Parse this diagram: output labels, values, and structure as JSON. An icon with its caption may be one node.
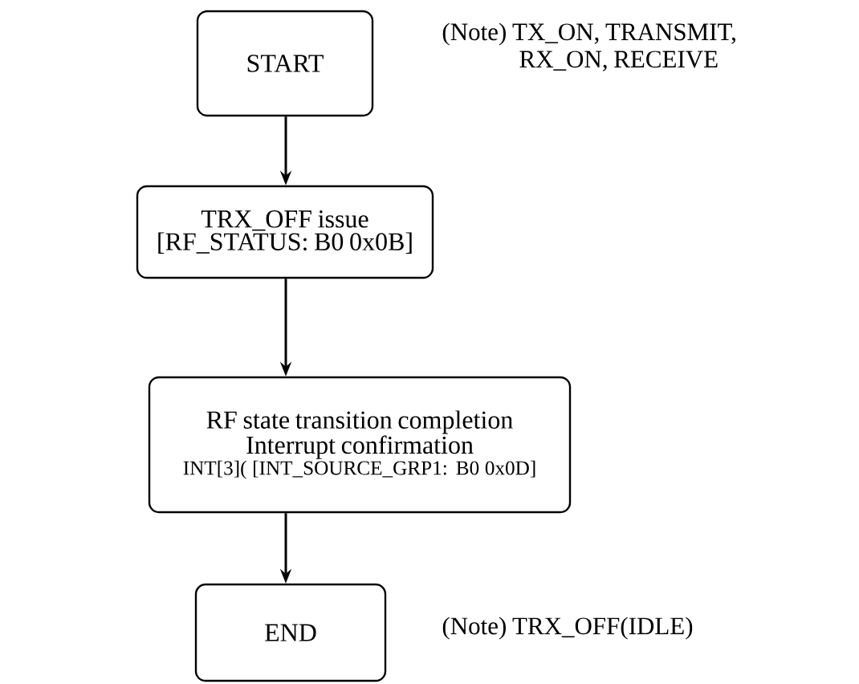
{
  "diagram": {
    "nodes": [
      {
        "text": [
          "START"
        ],
        "beside": [
          "(Note) TX_ON, TRANSMIT, RX_ON, RECEIVE"
        ]
      },
      {
        "text": [
          "TRX_OFF issue",
          "[RF_STATUS: B0 0x0B]"
        ]
      },
      {
        "text": [
          "RF state transition completion Interrupt confirmation",
          "INT[3]( [INT_SOURCE_GRP1: B0 0x0D]"
        ]
      },
      {
        "text": [
          "END"
        ],
        "beside": [
          "(Note) TRX_OFF(IDLE)"
        ]
      }
    ],
    "edges": [
      {
        "from": 0,
        "to": 1,
        "arrow": "to"
      },
      {
        "from": 1,
        "to": 2,
        "arrow": "to"
      },
      {
        "from": 2,
        "to": 3,
        "arrow": "to"
      }
    ]
  }
}
